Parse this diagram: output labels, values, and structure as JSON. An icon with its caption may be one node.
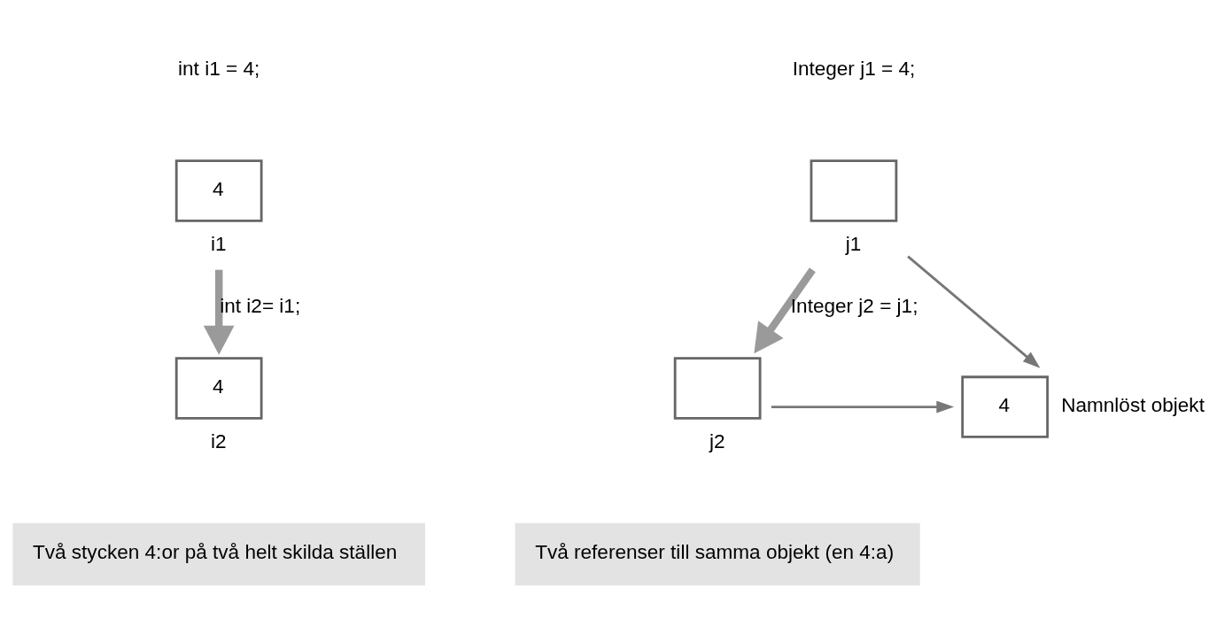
{
  "diagram": {
    "nodes": [
      {
        "text": [
          "4"
        ],
        "beside": [
          "i1"
        ]
      },
      {
        "text": [
          "4"
        ],
        "beside": [
          "i2"
        ]
      },
      {
        "text": [],
        "shape": "box",
        "beside": [
          "j1"
        ]
      },
      {
        "text": [],
        "shape": "box",
        "beside": [
          "j2"
        ]
      },
      {
        "text": [
          "4"
        ],
        "beside": [
          "Namnlöst objekt"
        ]
      },
      {
        "text": [
          "Två stycken 4:or på två helt skilda ställen"
        ]
      },
      {
        "text": [
          "Två referenser till samma objekt (en 4:a)"
        ]
      }
    ],
    "edges": [
      {
        "from": 0,
        "to": 1,
        "arrow": "to",
        "label": "int i2= i1;",
        "style": "thick"
      },
      {
        "from": 2,
        "to": 3,
        "arrow": "to",
        "label": "Integer j2 = j1;",
        "style": "thick"
      },
      {
        "from": 2,
        "to": 4,
        "arrow": "to"
      },
      {
        "from": 3,
        "to": 4,
        "arrow": "to"
      }
    ],
    "labels": [
      "int i1 = 4;",
      "Integer j1 = 4;"
    ]
  }
}
